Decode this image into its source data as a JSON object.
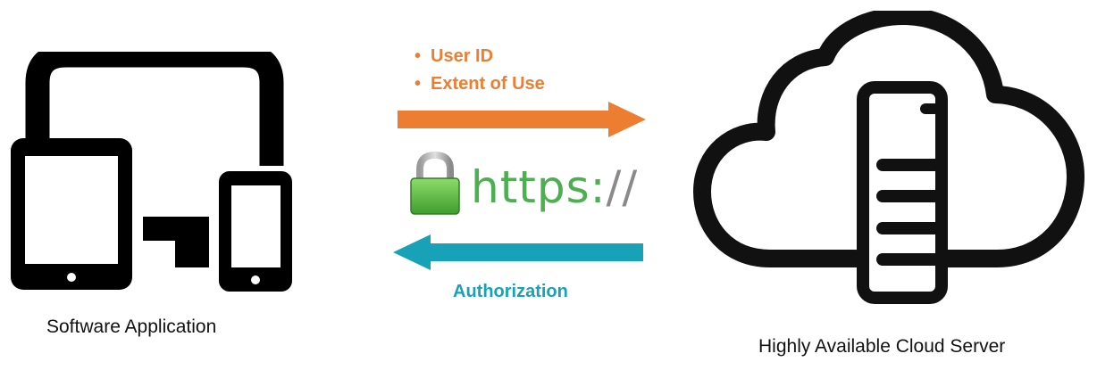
{
  "colors": {
    "orange": "#ED7D31",
    "teal": "#17A2B8",
    "https_green": "#4CAF50",
    "lock_green": "#5DBB46",
    "icon_black": "#000000"
  },
  "bullets": [
    {
      "text": "User ID"
    },
    {
      "text": "Extent of Use"
    }
  ],
  "bullet_glyph": "•",
  "https": {
    "scheme": "https:",
    "slashes": "//"
  },
  "authorization_label": "Authorization",
  "left_caption": "Software Application",
  "right_caption": "Highly Available Cloud Server",
  "icons": {
    "devices": "devices-icon",
    "cloud": "cloud-server-icon",
    "lock": "padlock-icon"
  }
}
